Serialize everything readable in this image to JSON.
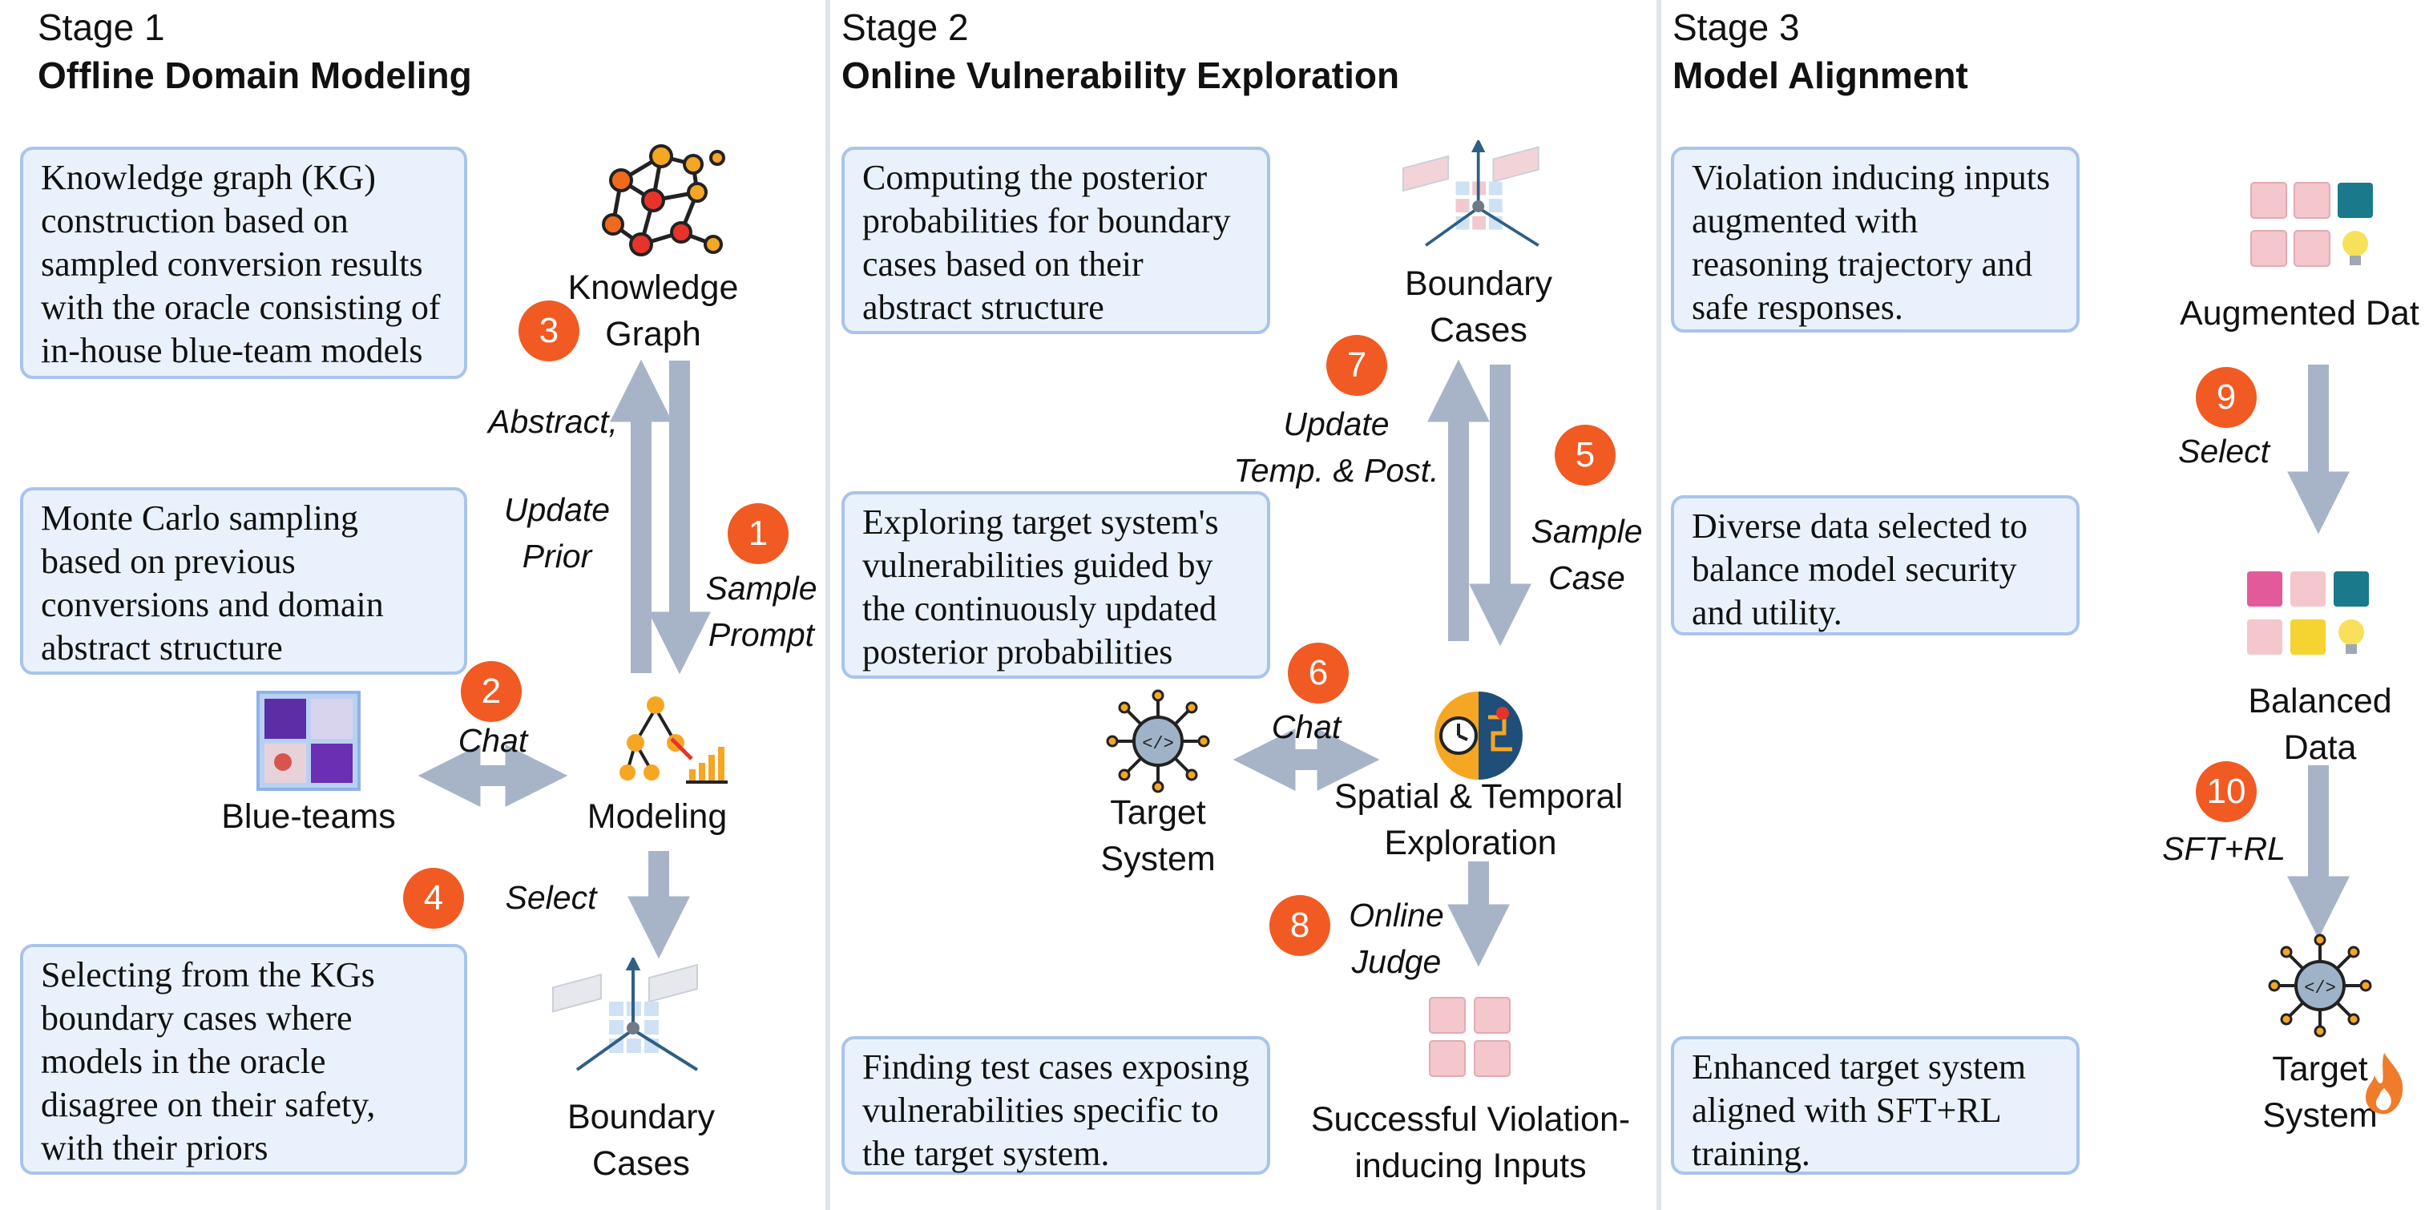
{
  "stages": [
    {
      "label": "Stage 1",
      "title": "Offline Domain Modeling"
    },
    {
      "label": "Stage 2",
      "title": "Online Vulnerability Exploration"
    },
    {
      "label": "Stage 3",
      "title": "Model Alignment"
    }
  ],
  "descriptions": {
    "s1_kg": "Knowledge graph (KG) construction based on sampled conversion results with the oracle consisting of in-house blue-team models",
    "s1_mc": "Monte Carlo sampling based on previous conversions and domain abstract structure",
    "s1_select": "Selecting from the KGs boundary cases where models in the oracle disagree on their safety, with their priors",
    "s2_post": "Computing the posterior probabilities for boundary cases based on their abstract structure",
    "s2_explore": "Exploring target system's vulnerabilities guided by the continuously updated posterior probabilities",
    "s2_find": "Finding test cases exposing vulnerabilities specific to the target system.",
    "s3_aug": "Violation inducing inputs augmented with reasoning trajectory and safe responses.",
    "s3_div": "Diverse data selected to balance model security and utility.",
    "s3_enh": "Enhanced target system aligned with SFT+RL training."
  },
  "nodes": {
    "kg_line1": "Knowledge",
    "kg_line2": "Graph",
    "modeling": "Modeling",
    "blueteams": "Blue-teams",
    "bc1_line1": "Boundary",
    "bc1_line2": "Cases",
    "bc2_line1": "Boundary",
    "bc2_line2": "Cases",
    "target_line1": "Target",
    "target_line2": "System",
    "spatial_line1": "Spatial & Temporal",
    "spatial_line2": "Exploration",
    "svi_line1": "Successful Violation-",
    "svi_line2": "inducing Inputs",
    "aug": "Augmented Dat",
    "balanced_line1": "Balanced",
    "balanced_line2": "Data",
    "target3_line1": "Target",
    "target3_line2": "System"
  },
  "edges": {
    "abstract": "Abstract,",
    "update_prior_1": "Update",
    "update_prior_2": "Prior",
    "sample_prompt_1": "Sample",
    "sample_prompt_2": "Prompt",
    "chat1": "Chat",
    "select1": "Select",
    "update_tp_1": "Update",
    "update_tp_2": "Temp. & Post.",
    "sample_case_1": "Sample",
    "sample_case_2": "Case",
    "chat2": "Chat",
    "online_judge_1": "Online",
    "online_judge_2": "Judge",
    "select3": "Select",
    "sftrl": "SFT+RL"
  },
  "badges": [
    "1",
    "2",
    "3",
    "4",
    "5",
    "6",
    "7",
    "8",
    "9",
    "10"
  ],
  "colors": {
    "badge": "#f15a22",
    "box_fill": "#e9f2fc",
    "box_border": "#a9c4ea",
    "arrow": "#a7b4c8"
  }
}
